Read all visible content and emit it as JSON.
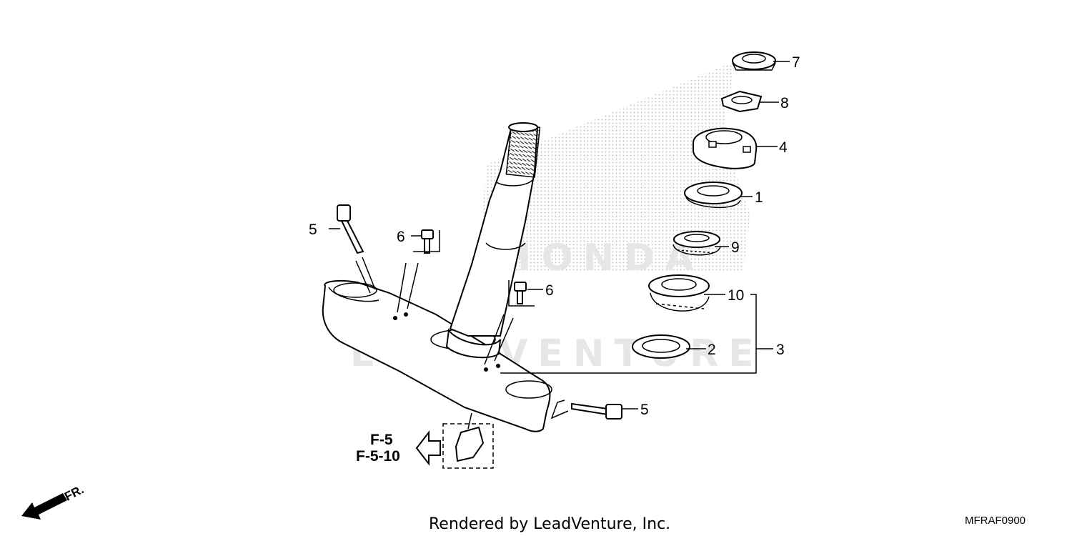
{
  "diagram": {
    "callouts": {
      "c1": "1",
      "c2": "2",
      "c3": "3",
      "c4": "4",
      "c5a": "5",
      "c5b": "5",
      "c6a": "6",
      "c6b": "6",
      "c7": "7",
      "c8": "8",
      "c9": "9",
      "c10": "10"
    },
    "references": [
      "F-5",
      "F-5-10"
    ],
    "front_label": "FR.",
    "footer": "Rendered by LeadVenture, Inc.",
    "diagram_code": "MFRAF0900",
    "watermarks": {
      "brand": "HONDA",
      "dealer": "LEADVENTURE"
    }
  }
}
